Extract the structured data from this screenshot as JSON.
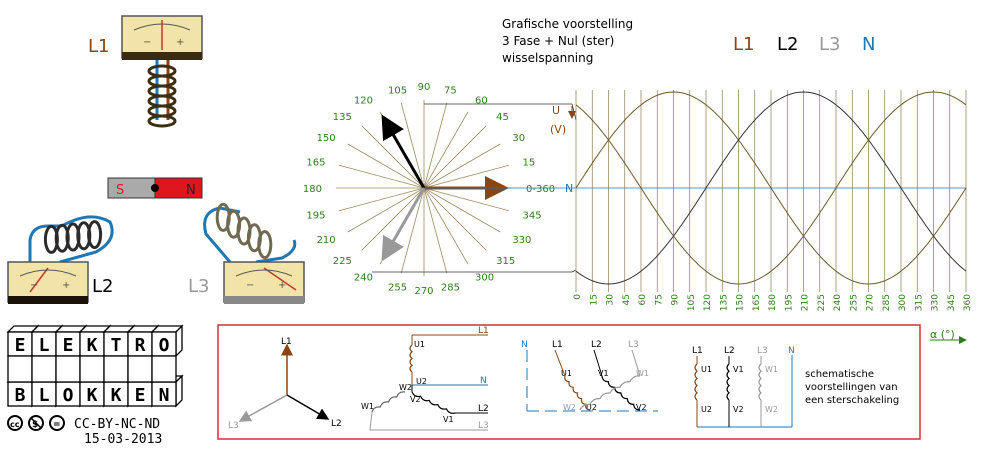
{
  "title": {
    "line1": "Grafische voorstelling",
    "line2": "3 Fase + Nul (ster)",
    "line3": "wisselspanning"
  },
  "legend": {
    "l1": "L1",
    "l2": "L2",
    "l3": "L3",
    "n": "N"
  },
  "colors": {
    "l1": "#8b4513",
    "l2": "#000000",
    "l3": "#999999",
    "n": "#1f77b4",
    "angle_label": "#2e7d1a",
    "frame": "#cc3333"
  },
  "meters": {
    "l1": "L1",
    "l2": "L2",
    "l3": "L3"
  },
  "magnet": {
    "south": "S",
    "north": "N"
  },
  "phasor": {
    "angles": [
      "0-360",
      "15",
      "30",
      "45",
      "60",
      "75",
      "90",
      "105",
      "120",
      "135",
      "150",
      "165",
      "180",
      "195",
      "210",
      "225",
      "240",
      "255",
      "270",
      "285",
      "300",
      "315",
      "330",
      "345"
    ],
    "vector_angles": [
      0,
      120,
      240
    ]
  },
  "chart_data": {
    "type": "line",
    "title": "Grafische voorstelling 3 Fase + Nul (ster) wisselspanning",
    "xlabel": "α (°)",
    "ylabel": "U (V)",
    "xlim": [
      0,
      360
    ],
    "x_ticks": [
      "0",
      "15",
      "30",
      "45",
      "60",
      "75",
      "90",
      "105",
      "120",
      "135",
      "150",
      "165",
      "180",
      "195",
      "210",
      "225",
      "240",
      "255",
      "270",
      "285",
      "300",
      "315",
      "330",
      "345",
      "360"
    ],
    "zero_label": "N",
    "series": [
      {
        "name": "L1",
        "phase_deg": 0
      },
      {
        "name": "L2",
        "phase_deg": 120
      },
      {
        "name": "L3",
        "phase_deg": 240
      }
    ]
  },
  "logo": {
    "row1": [
      "E",
      "L",
      "E",
      "K",
      "T",
      "R",
      "O"
    ],
    "row2": [
      "B",
      "L",
      "O",
      "K",
      "K",
      "E",
      "N"
    ],
    "license": "CC-BY-NC-ND",
    "date": "15-03-2013"
  },
  "schematics": {
    "star": {
      "l1": "L1",
      "l2": "L2",
      "l3": "L3"
    },
    "delta": {
      "l1": "L1",
      "l2": "L2",
      "l3": "L3",
      "n": "N",
      "u1": "U1",
      "u2": "U2",
      "v1": "V1",
      "v2": "V2",
      "w1": "W1",
      "w2": "W2"
    },
    "diag": {
      "n": "N",
      "l1": "L1",
      "l2": "L2",
      "l3": "L3",
      "u1": "U1",
      "u2": "U2",
      "v1": "V1",
      "v2": "V2",
      "w1": "W1",
      "w2": "W2"
    },
    "vert": {
      "l1": "L1",
      "l2": "L2",
      "l3": "L3",
      "n": "N",
      "u1": "U1",
      "u2": "U2",
      "v1": "V1",
      "v2": "V2",
      "w1": "W1",
      "w2": "W2"
    },
    "caption": [
      "schematische",
      "voorstellingen van",
      "een sterschakeling"
    ]
  }
}
